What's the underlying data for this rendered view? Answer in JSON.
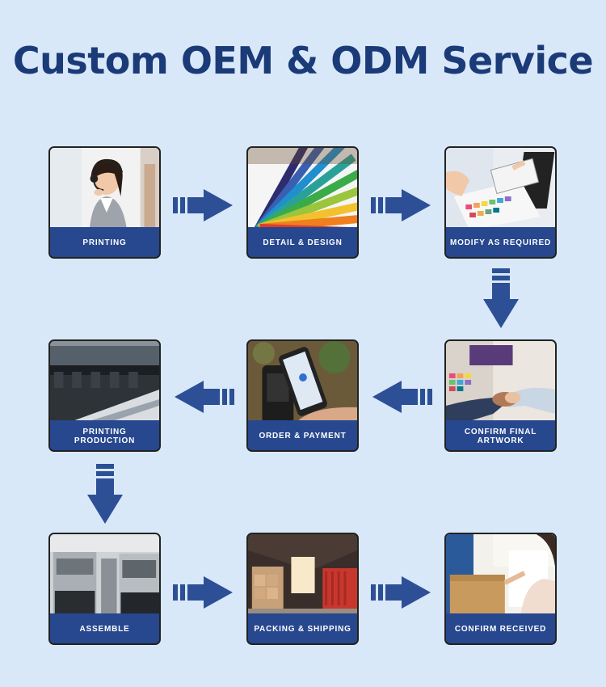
{
  "title": "Custom OEM & ODM Service",
  "colors": {
    "background": "#d8e8f8",
    "title": "#1b3a78",
    "band": "#27478e",
    "arrow": "#2d4f96"
  },
  "steps": [
    {
      "label": "PRINTING",
      "image": "customer-service-agent"
    },
    {
      "label": "DETAIL & DESIGN",
      "image": "color-swatch-fan"
    },
    {
      "label": "MODIFY AS REQUIRED",
      "image": "designer-tablet"
    },
    {
      "label": "CONFIRM FINAL ARTWORK",
      "image": "handshake"
    },
    {
      "label": "ORDER & PAYMENT",
      "image": "card-payment-phone"
    },
    {
      "label": "PRINTING PRODUCTION",
      "image": "printing-press"
    },
    {
      "label": "ASSEMBLE",
      "image": "assembly-machines"
    },
    {
      "label": "PACKING & SHIPPING",
      "image": "warehouse-container"
    },
    {
      "label": "CONFIRM RECEIVED",
      "image": "receiving-package"
    }
  ]
}
